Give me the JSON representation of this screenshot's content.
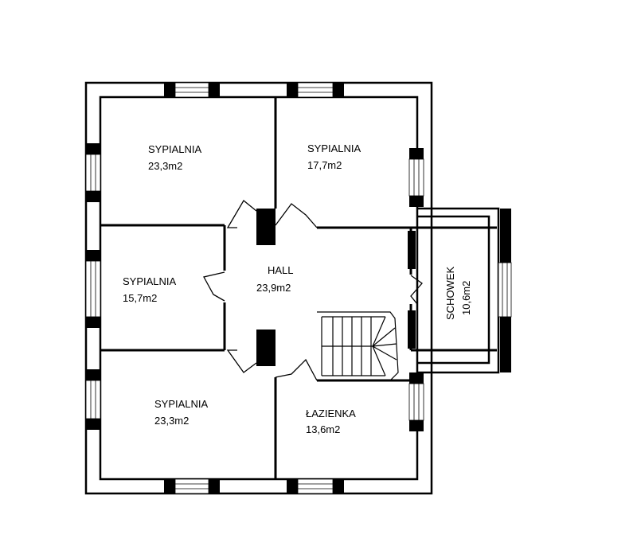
{
  "rooms": [
    {
      "key": "bedroom-1",
      "name": "SYPIALNIA",
      "area": "23,3m2"
    },
    {
      "key": "bedroom-2",
      "name": "SYPIALNIA",
      "area": "17,7m2"
    },
    {
      "key": "bedroom-3",
      "name": "SYPIALNIA",
      "area": "15,7m2"
    },
    {
      "key": "hall",
      "name": "HALL",
      "area": "23,9m2"
    },
    {
      "key": "bedroom-4",
      "name": "SYPIALNIA",
      "area": "23,3m2"
    },
    {
      "key": "bathroom",
      "name": "ŁAZIENKA",
      "area": "13,6m2"
    },
    {
      "key": "storage",
      "name": "SCHOWEK",
      "area": "10,6m2"
    }
  ]
}
